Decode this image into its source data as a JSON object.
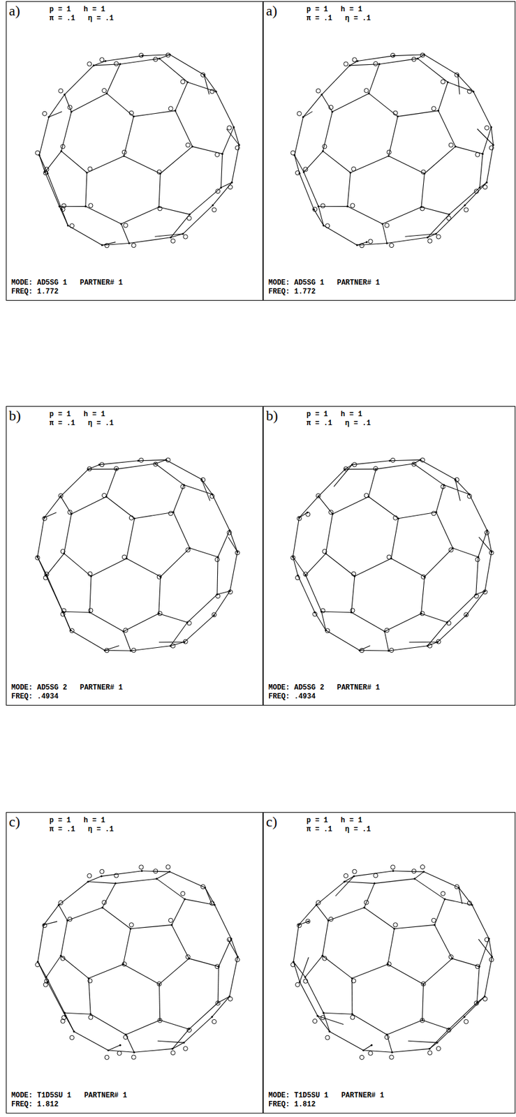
{
  "diagram": {
    "nodes": [
      {
        "text": [
          "a)",
          "p = 1   h = 1",
          "π = .1   η = .1",
          "MODE: AD5SG 1   PARTNER# 1",
          "FREQ: 1.772"
        ]
      },
      {
        "text": [
          "a)",
          "p = 1   h = 1",
          "π = .1   η = .1",
          "MODE: AD5SG 1   PARTNER# 1",
          "FREQ: 1.772"
        ]
      },
      {
        "text": [
          "b)",
          "p = 1   h = 1",
          "π = .1   η = .1",
          "MODE: AD5SG 2   PARTNER# 1",
          "FREQ: .4934"
        ]
      },
      {
        "text": [
          "b)",
          "p = 1   h = 1",
          "π = .1   η = .1",
          "MODE: AD5SG 2   PARTNER# 1",
          "FREQ: .4934"
        ]
      },
      {
        "text": [
          "c)",
          "p = 1   h = 1",
          "π = .1   η = .1",
          "MODE: T1D5SU 1   PARTNER# 1",
          "FREQ: 1.812"
        ]
      },
      {
        "text": [
          "c)",
          "p = 1   h = 1",
          "π = .1   η = .1",
          "MODE: T1D5SU 1   PARTNER# 1",
          "FREQ: 1.812"
        ]
      }
    ]
  }
}
